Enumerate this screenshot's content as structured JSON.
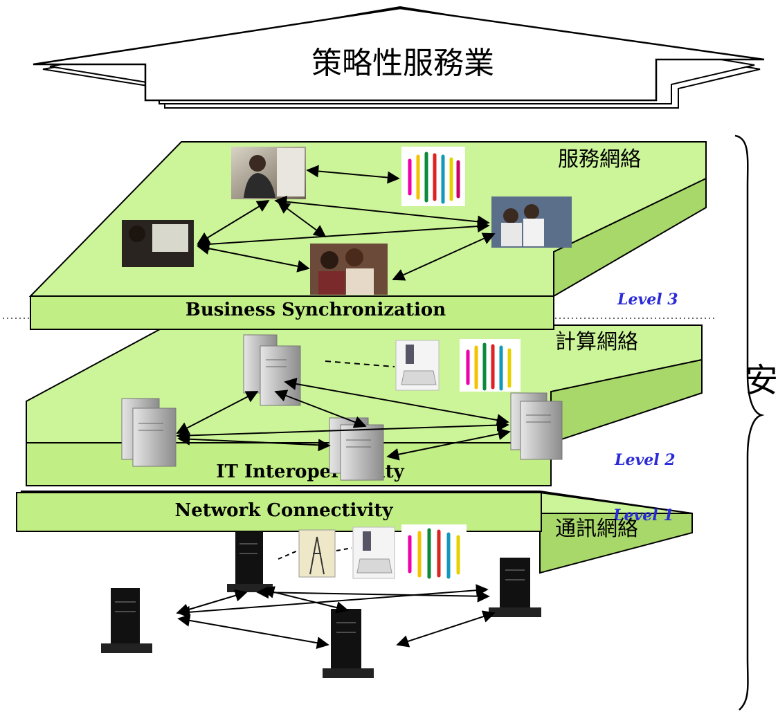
{
  "banner": {
    "title": "策略性服務業"
  },
  "side_label": {
    "title": "安"
  },
  "colors": {
    "platform_top": "#ccf59a",
    "platform_front": "#c2ee86",
    "platform_side": "#a8d86a",
    "level_label": "#2a2ad8",
    "edge": "#000000"
  },
  "levels": [
    {
      "id": "level3",
      "level_label": "Level 3",
      "band_label": "Business Synchronization",
      "network_name": "服務網絡",
      "nodes": [
        {
          "id": "l3-woman-desk",
          "icon": "person-at-desk-photo"
        },
        {
          "id": "l3-crowd",
          "icon": "crowd-people-icon"
        },
        {
          "id": "l3-child-computer",
          "icon": "person-at-computer-photo"
        },
        {
          "id": "l3-meeting",
          "icon": "meeting-photo"
        },
        {
          "id": "l3-colleagues",
          "icon": "colleagues-photo"
        }
      ]
    },
    {
      "id": "level2",
      "level_label": "Level 2",
      "band_label": "IT Interoperability",
      "network_name": "計算網絡",
      "nodes": [
        {
          "id": "l2-server-top",
          "icon": "server-icon"
        },
        {
          "id": "l2-mobile-laptop",
          "icon": "mobile-laptop-icon"
        },
        {
          "id": "l2-crowd",
          "icon": "crowd-people-icon"
        },
        {
          "id": "l2-server-left",
          "icon": "server-icon"
        },
        {
          "id": "l2-server-center",
          "icon": "server-icon"
        },
        {
          "id": "l2-server-right",
          "icon": "server-icon"
        }
      ]
    },
    {
      "id": "level1",
      "level_label": "Level 1",
      "band_label": "Network Connectivity",
      "network_name": "通訊網絡",
      "nodes": [
        {
          "id": "l1-network-tower-top",
          "icon": "network-tower-icon"
        },
        {
          "id": "l1-antenna",
          "icon": "antenna-icon"
        },
        {
          "id": "l1-mobile-laptop",
          "icon": "mobile-laptop-icon"
        },
        {
          "id": "l1-crowd",
          "icon": "crowd-people-icon"
        },
        {
          "id": "l1-network-tower-left",
          "icon": "network-tower-icon"
        },
        {
          "id": "l1-network-tower-center",
          "icon": "network-tower-icon"
        },
        {
          "id": "l1-network-tower-right",
          "icon": "network-tower-icon"
        }
      ]
    }
  ]
}
